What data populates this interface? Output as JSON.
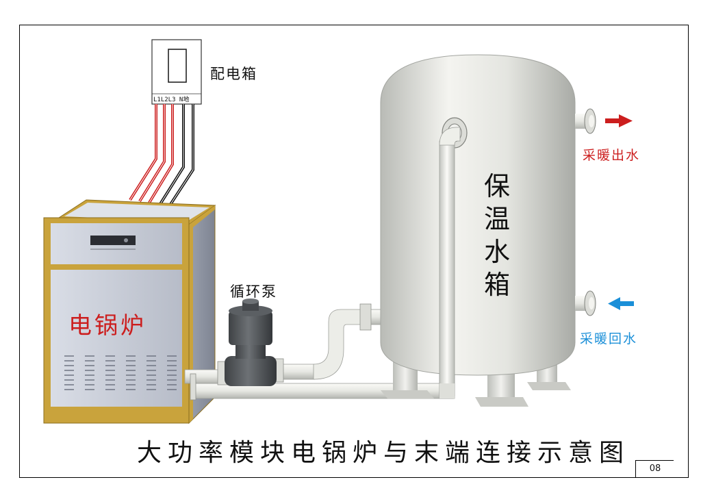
{
  "labels": {
    "distribution_box": "配电箱",
    "terminals": "L1L2L3 N地",
    "pump": "循环泵",
    "boiler": "电锅炉",
    "tank": "保温水箱",
    "heating_outlet": "采暖出水",
    "heating_return": "采暖回水"
  },
  "title": "大功率模块电锅炉与末端连接示意图",
  "page_number": "08",
  "colors": {
    "outlet_arrow": "#cc1e1e",
    "return_arrow": "#1a8fd8",
    "boiler_label": "#cc1e1e",
    "boiler_frame": "#c9a33c",
    "live_wire": "#cc1e1e",
    "neutral_wire": "#111111"
  },
  "icons": {
    "outlet_arrow": "arrow-right-icon",
    "return_arrow": "arrow-left-icon"
  }
}
